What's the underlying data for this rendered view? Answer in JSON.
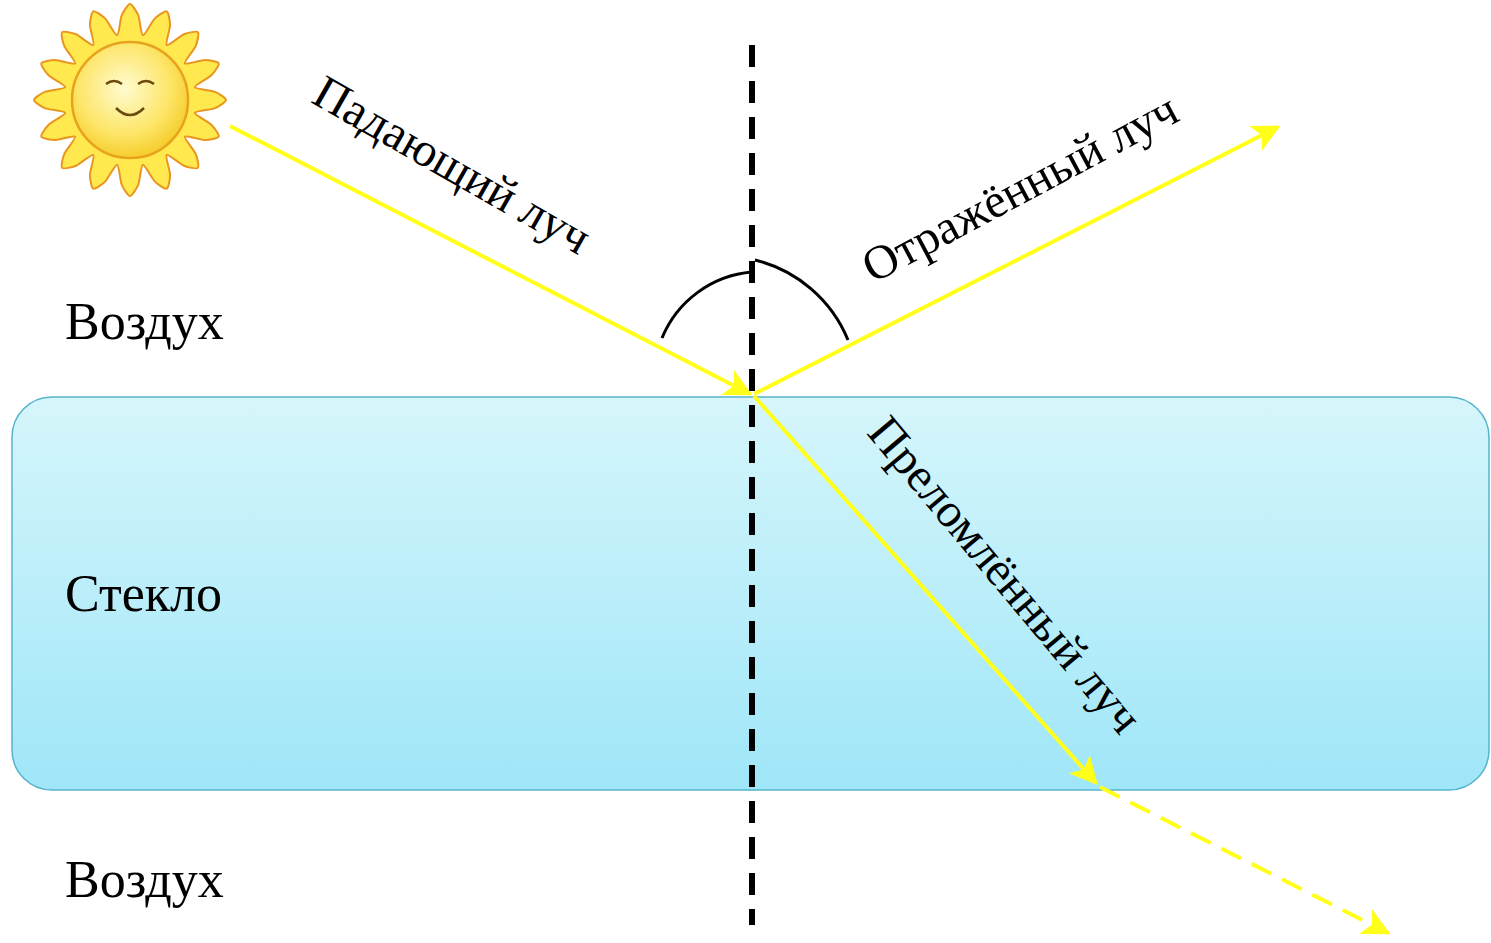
{
  "diagram": {
    "nodes": [
      {
        "text": [
          "Стекло"
        ]
      }
    ],
    "labels": [
      "Падающий луч",
      "Отражённый луч",
      "Преломлённый луч",
      "Воздух",
      "Воздух"
    ]
  }
}
